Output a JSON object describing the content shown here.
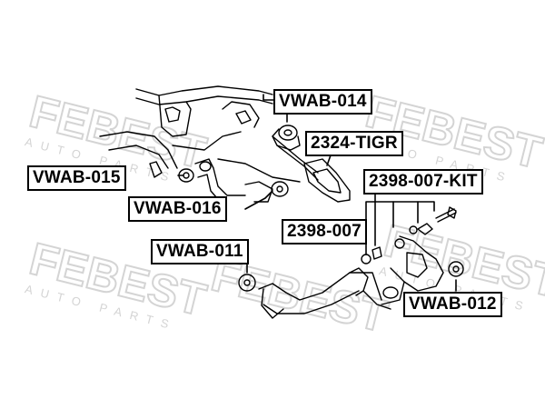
{
  "diagram": {
    "parts": [
      {
        "id": "vwab-014",
        "label": "VWAB-014"
      },
      {
        "id": "2324-tigr",
        "label": "2324-TIGR"
      },
      {
        "id": "vwab-015",
        "label": "VWAB-015"
      },
      {
        "id": "2398-007-kit",
        "label": "2398-007-KIT"
      },
      {
        "id": "vwab-016",
        "label": "VWAB-016"
      },
      {
        "id": "2398-007",
        "label": "2398-007"
      },
      {
        "id": "vwab-011",
        "label": "VWAB-011"
      },
      {
        "id": "vwab-012",
        "label": "VWAB-012"
      }
    ],
    "watermark": {
      "brand": "FEBEST",
      "subtitle": "AUTO PARTS"
    }
  },
  "colors": {
    "line": "#000000",
    "watermark": "#d4d4d4",
    "label_border": "#000000",
    "background": "#ffffff"
  }
}
